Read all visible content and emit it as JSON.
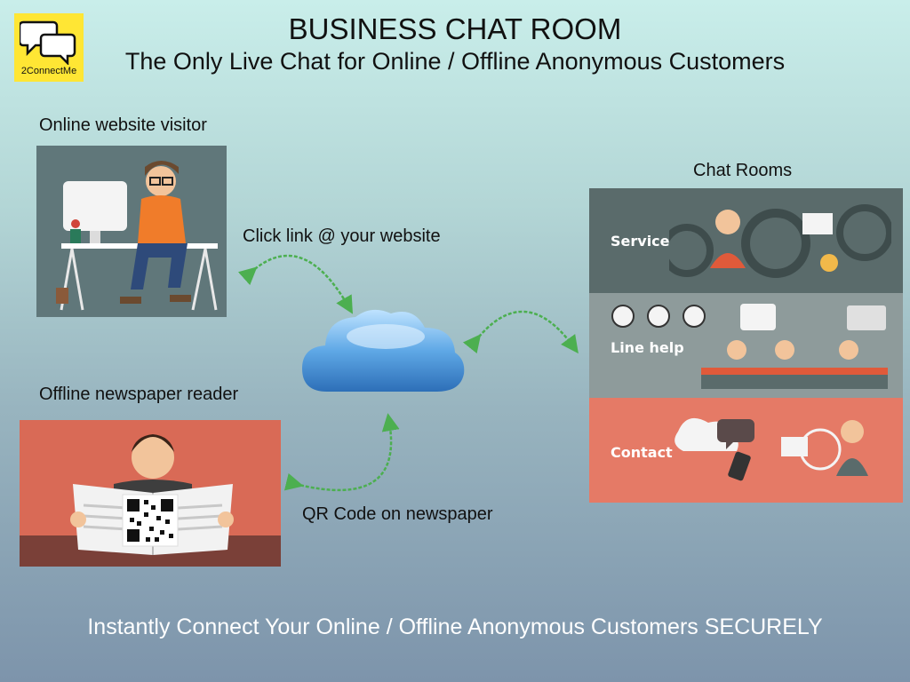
{
  "header": {
    "title": "BUSINESS CHAT ROOM",
    "subtitle": "The Only Live Chat for Online / Offline Anonymous Customers"
  },
  "logo": {
    "text": "2ConnectMe"
  },
  "nodes": {
    "online_visitor": "Online website visitor",
    "offline_reader": "Offline newspaper reader",
    "chat_rooms": "Chat Rooms"
  },
  "edges": {
    "click_link": "Click link @ your website",
    "qr_code": "QR Code on newspaper"
  },
  "chat_rooms": {
    "service": "Service",
    "line_help": "Line help",
    "contact": "Contact"
  },
  "footer": {
    "tagline": "Instantly Connect Your Online / Offline Anonymous Customers SECURELY"
  },
  "colors": {
    "arrow": "#4caf50",
    "logo_bg": "#ffe634",
    "service_band": "#5a6b6b",
    "line_help_band": "#8e9b9b",
    "contact_band": "#e57a66",
    "newspaper_bg": "#d96a56"
  }
}
